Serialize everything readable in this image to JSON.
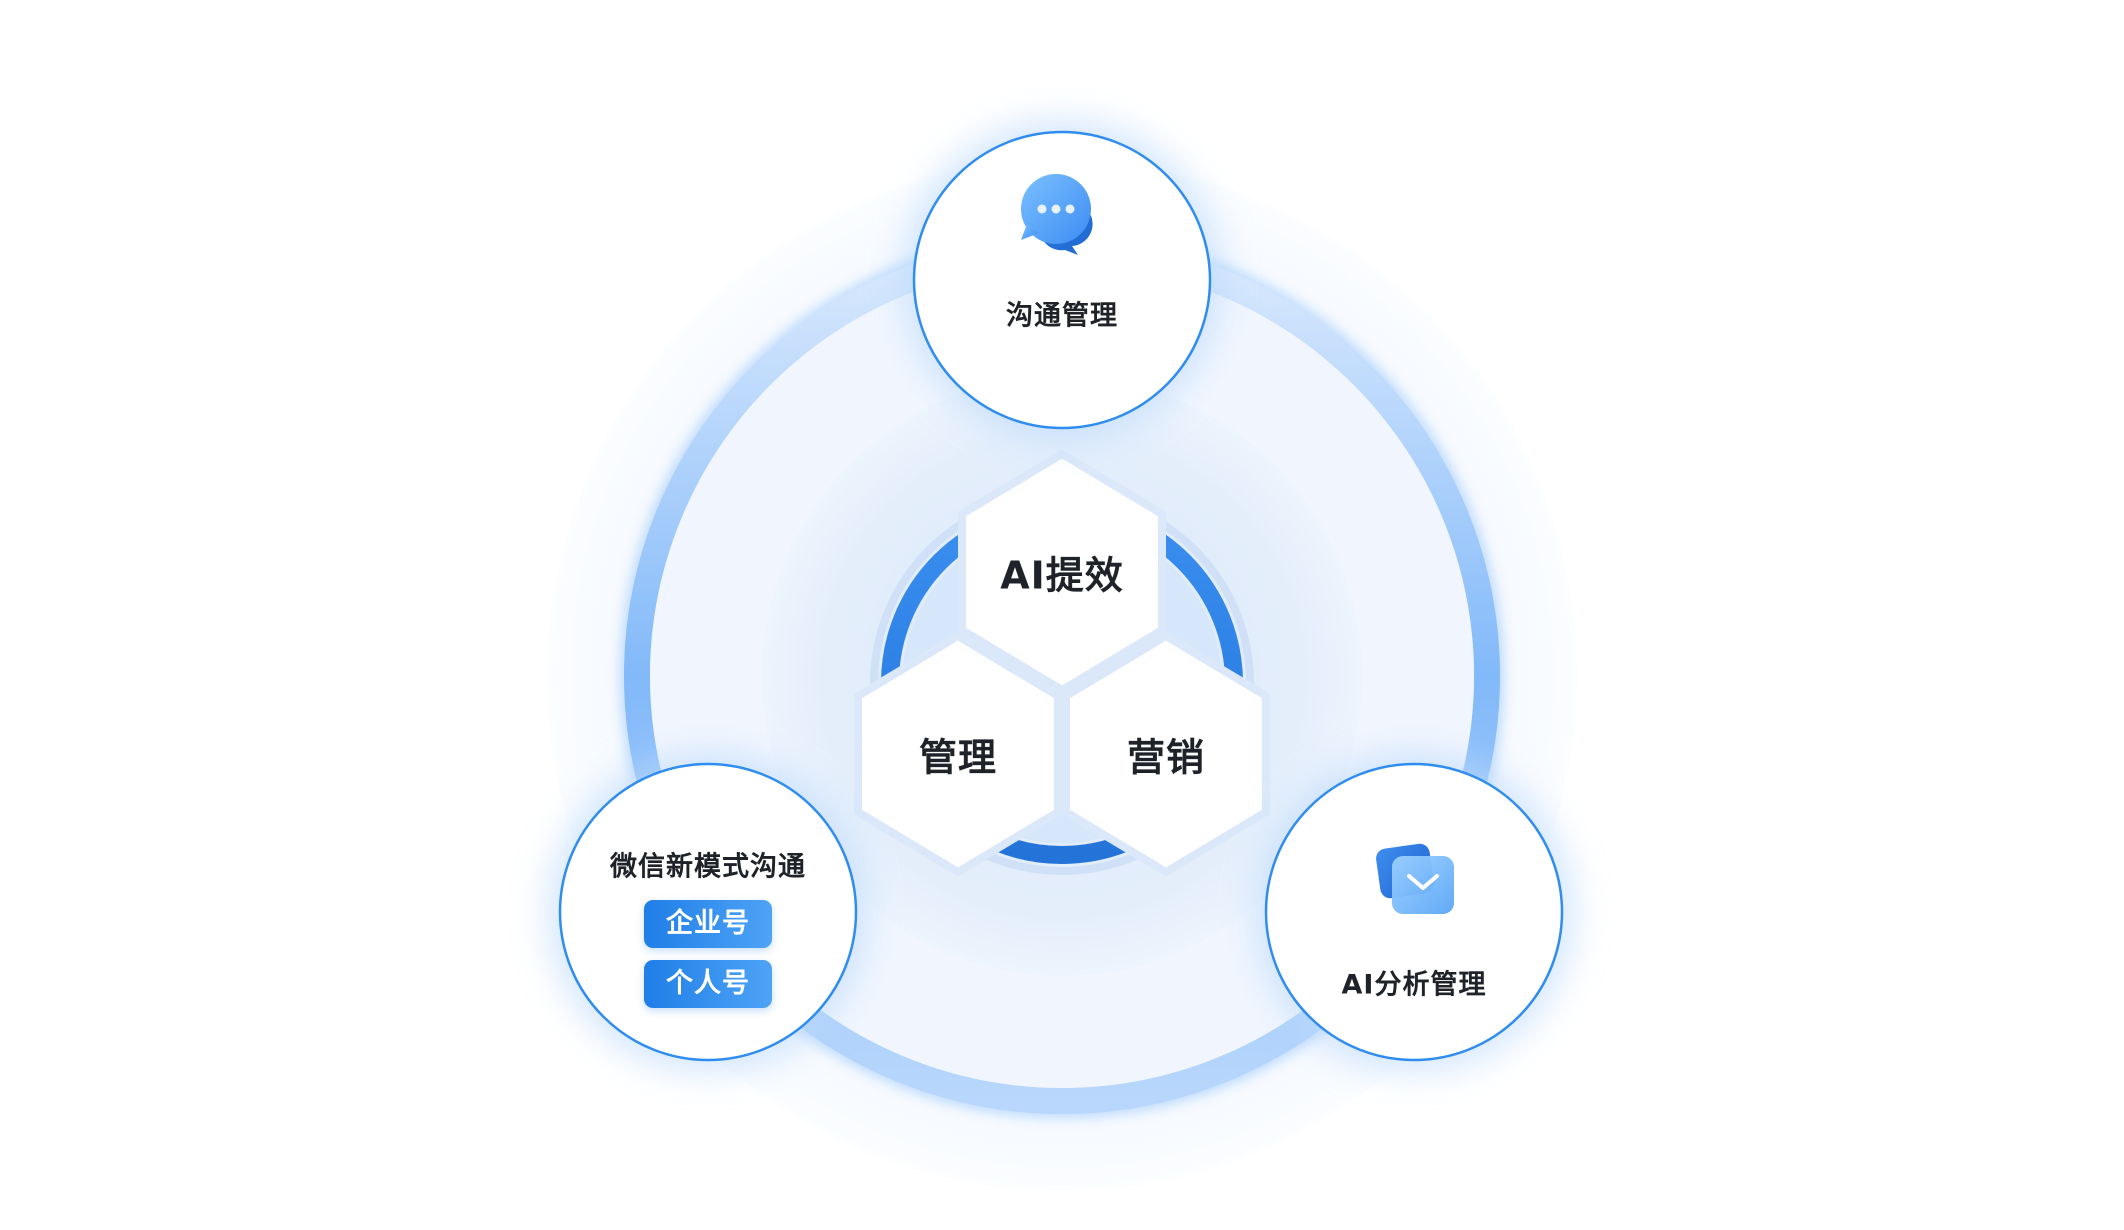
{
  "center": {
    "hexagons": [
      {
        "id": "ai",
        "label": "AI提效"
      },
      {
        "id": "manage",
        "label": "管理"
      },
      {
        "id": "marketing",
        "label": "营销"
      }
    ]
  },
  "nodes": {
    "communication": {
      "label": "沟通管理",
      "icon": "chat-bubble-icon"
    },
    "wechat": {
      "label": "微信新模式沟通",
      "tags": [
        "企业号",
        "个人号"
      ]
    },
    "ai_analysis": {
      "label": "AI分析管理",
      "icon": "mail-card-icon"
    }
  },
  "colors": {
    "accent": "#2a84ea",
    "circle_border": "#2f8cf0",
    "ring_light": "#9cc8fb",
    "pill": "#2584ec",
    "text": "#1f2329"
  }
}
